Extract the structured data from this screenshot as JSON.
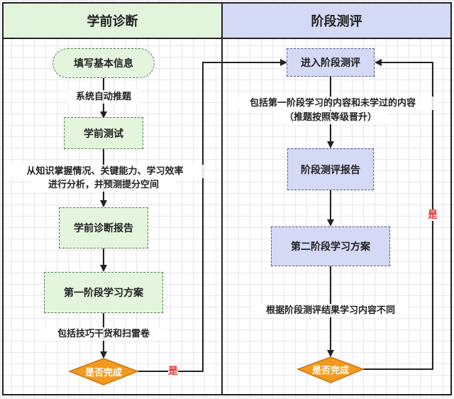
{
  "lanes": {
    "left": {
      "title": "学前诊断"
    },
    "right": {
      "title": "阶段测评"
    }
  },
  "nodes": {
    "fill_info": "填写基本信息",
    "pre_test": "学前测试",
    "pre_report": "学前诊断报告",
    "stage1_plan": "第一阶段学习方案",
    "done_left": "是否完成",
    "enter_stage": "进入阶段测评",
    "stage_report": "阶段测评报告",
    "stage2_plan": "第二阶段学习方案",
    "done_right": "是否完成"
  },
  "labels": {
    "auto_recommend": "系统自动推题",
    "analysis_line1": "从知识掌握情况、关键能力、学习效率",
    "analysis_line2": "进行分析，并预测提分空间",
    "includes_tricks": "包括技巧干货和扫雷卷",
    "stage_content_line1": "包括第一阶段学习的内容和未学过的内容",
    "stage_content_line2": "（推题按照等级晋升）",
    "differs": "根据阶段测评结果学习内容不同",
    "yes_left": "是",
    "yes_right": "是"
  },
  "colors": {
    "green_fill": "#e3f5dc",
    "blue_fill": "#d4d9f6",
    "diamond_fill": "#f39a1e",
    "yes_text": "#e03a3a"
  }
}
